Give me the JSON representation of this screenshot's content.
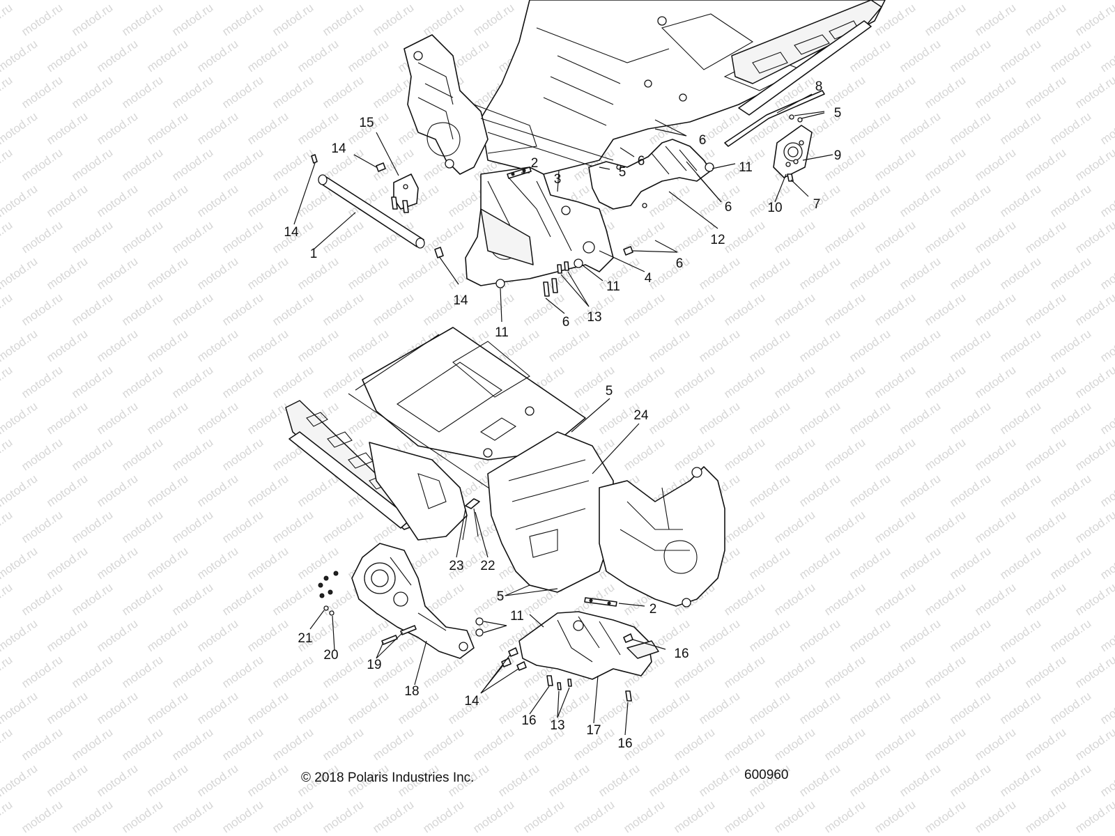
{
  "watermark": "motod.ru",
  "footer": {
    "copyright": "© 2018 Polaris Industries Inc.",
    "diagram_number": "600960"
  },
  "callouts": {
    "c1": "1",
    "c2a": "2",
    "c2b": "2",
    "c3": "3",
    "c4": "4",
    "c5a": "5",
    "c5b": "5",
    "c5c": "5",
    "c5d": "5",
    "c6a": "6",
    "c6b": "6",
    "c6c": "6",
    "c6d": "6",
    "c6e": "6",
    "c7": "7",
    "c8": "8",
    "c9": "9",
    "c10": "10",
    "c11a": "11",
    "c11b": "11",
    "c11c": "11",
    "c11d": "11",
    "c12": "12",
    "c13a": "13",
    "c13b": "13",
    "c14a": "14",
    "c14b": "14",
    "c14c": "14",
    "c14d": "14",
    "c15": "15",
    "c16a": "16",
    "c16b": "16",
    "c16c": "16",
    "c17": "17",
    "c18": "18",
    "c19": "19",
    "c20": "20",
    "c21": "21",
    "c22": "22",
    "c23": "23",
    "c24": "24"
  }
}
